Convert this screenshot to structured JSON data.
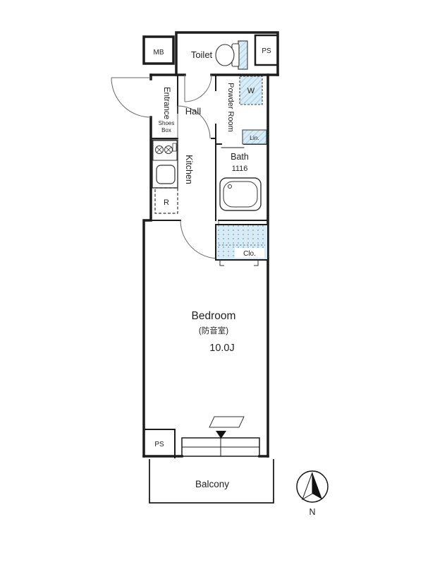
{
  "plan": {
    "type": "apartment-floor-plan",
    "colors": {
      "wall": "#1c1c1c",
      "fixture_fill": "#d9ecf6",
      "fixture_line": "#8fc0da"
    },
    "labels": {
      "mb": "MB",
      "toilet": "Toilet",
      "ps_top": "PS",
      "entrance": "Entrance",
      "shoes_box_line1": "Shoes",
      "shoes_box_line2": "Box",
      "hall": "Hall",
      "powder_room": "Powder Room",
      "washer": "W",
      "linen": "Lin.",
      "kitchen": "Kitchen",
      "refrigerator": "R",
      "bath": "Bath",
      "bath_size": "1116",
      "closet": "Clo.",
      "bedroom": "Bedroom",
      "bedroom_note": "(防音室)",
      "bedroom_area": "10.0J",
      "ps_bottom": "PS",
      "balcony": "Balcony",
      "north": "N"
    }
  }
}
